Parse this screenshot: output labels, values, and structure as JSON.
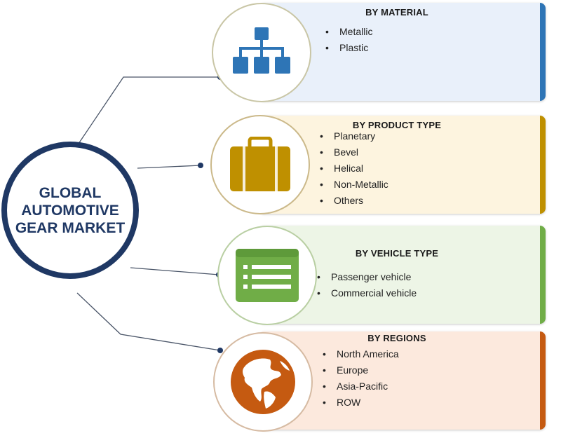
{
  "hub": {
    "title": "GLOBAL AUTOMOTIVE GEAR MARKET",
    "color": "#1f3864"
  },
  "segments": [
    {
      "title": "BY MATERIAL",
      "items": [
        "Metallic",
        "Plastic"
      ],
      "accent": "#2e75b6",
      "background": "#e9f0fa",
      "icon": "hierarchy-icon"
    },
    {
      "title": "BY PRODUCT TYPE",
      "items": [
        "Planetary",
        "Bevel",
        "Helical",
        "Non-Metallic",
        "Others"
      ],
      "accent": "#bf9000",
      "background": "#fdf4df",
      "icon": "briefcase-icon"
    },
    {
      "title": "BY VEHICLE TYPE",
      "items": [
        "Passenger vehicle",
        "Commercial vehicle"
      ],
      "accent": "#70ad47",
      "background": "#edf5e6",
      "icon": "list-window-icon"
    },
    {
      "title": "BY REGIONS",
      "items": [
        "North America",
        "Europe",
        "Asia-Pacific",
        "ROW"
      ],
      "accent": "#c55a11",
      "background": "#fce9dd",
      "icon": "globe-icon"
    }
  ],
  "bullet": "•"
}
